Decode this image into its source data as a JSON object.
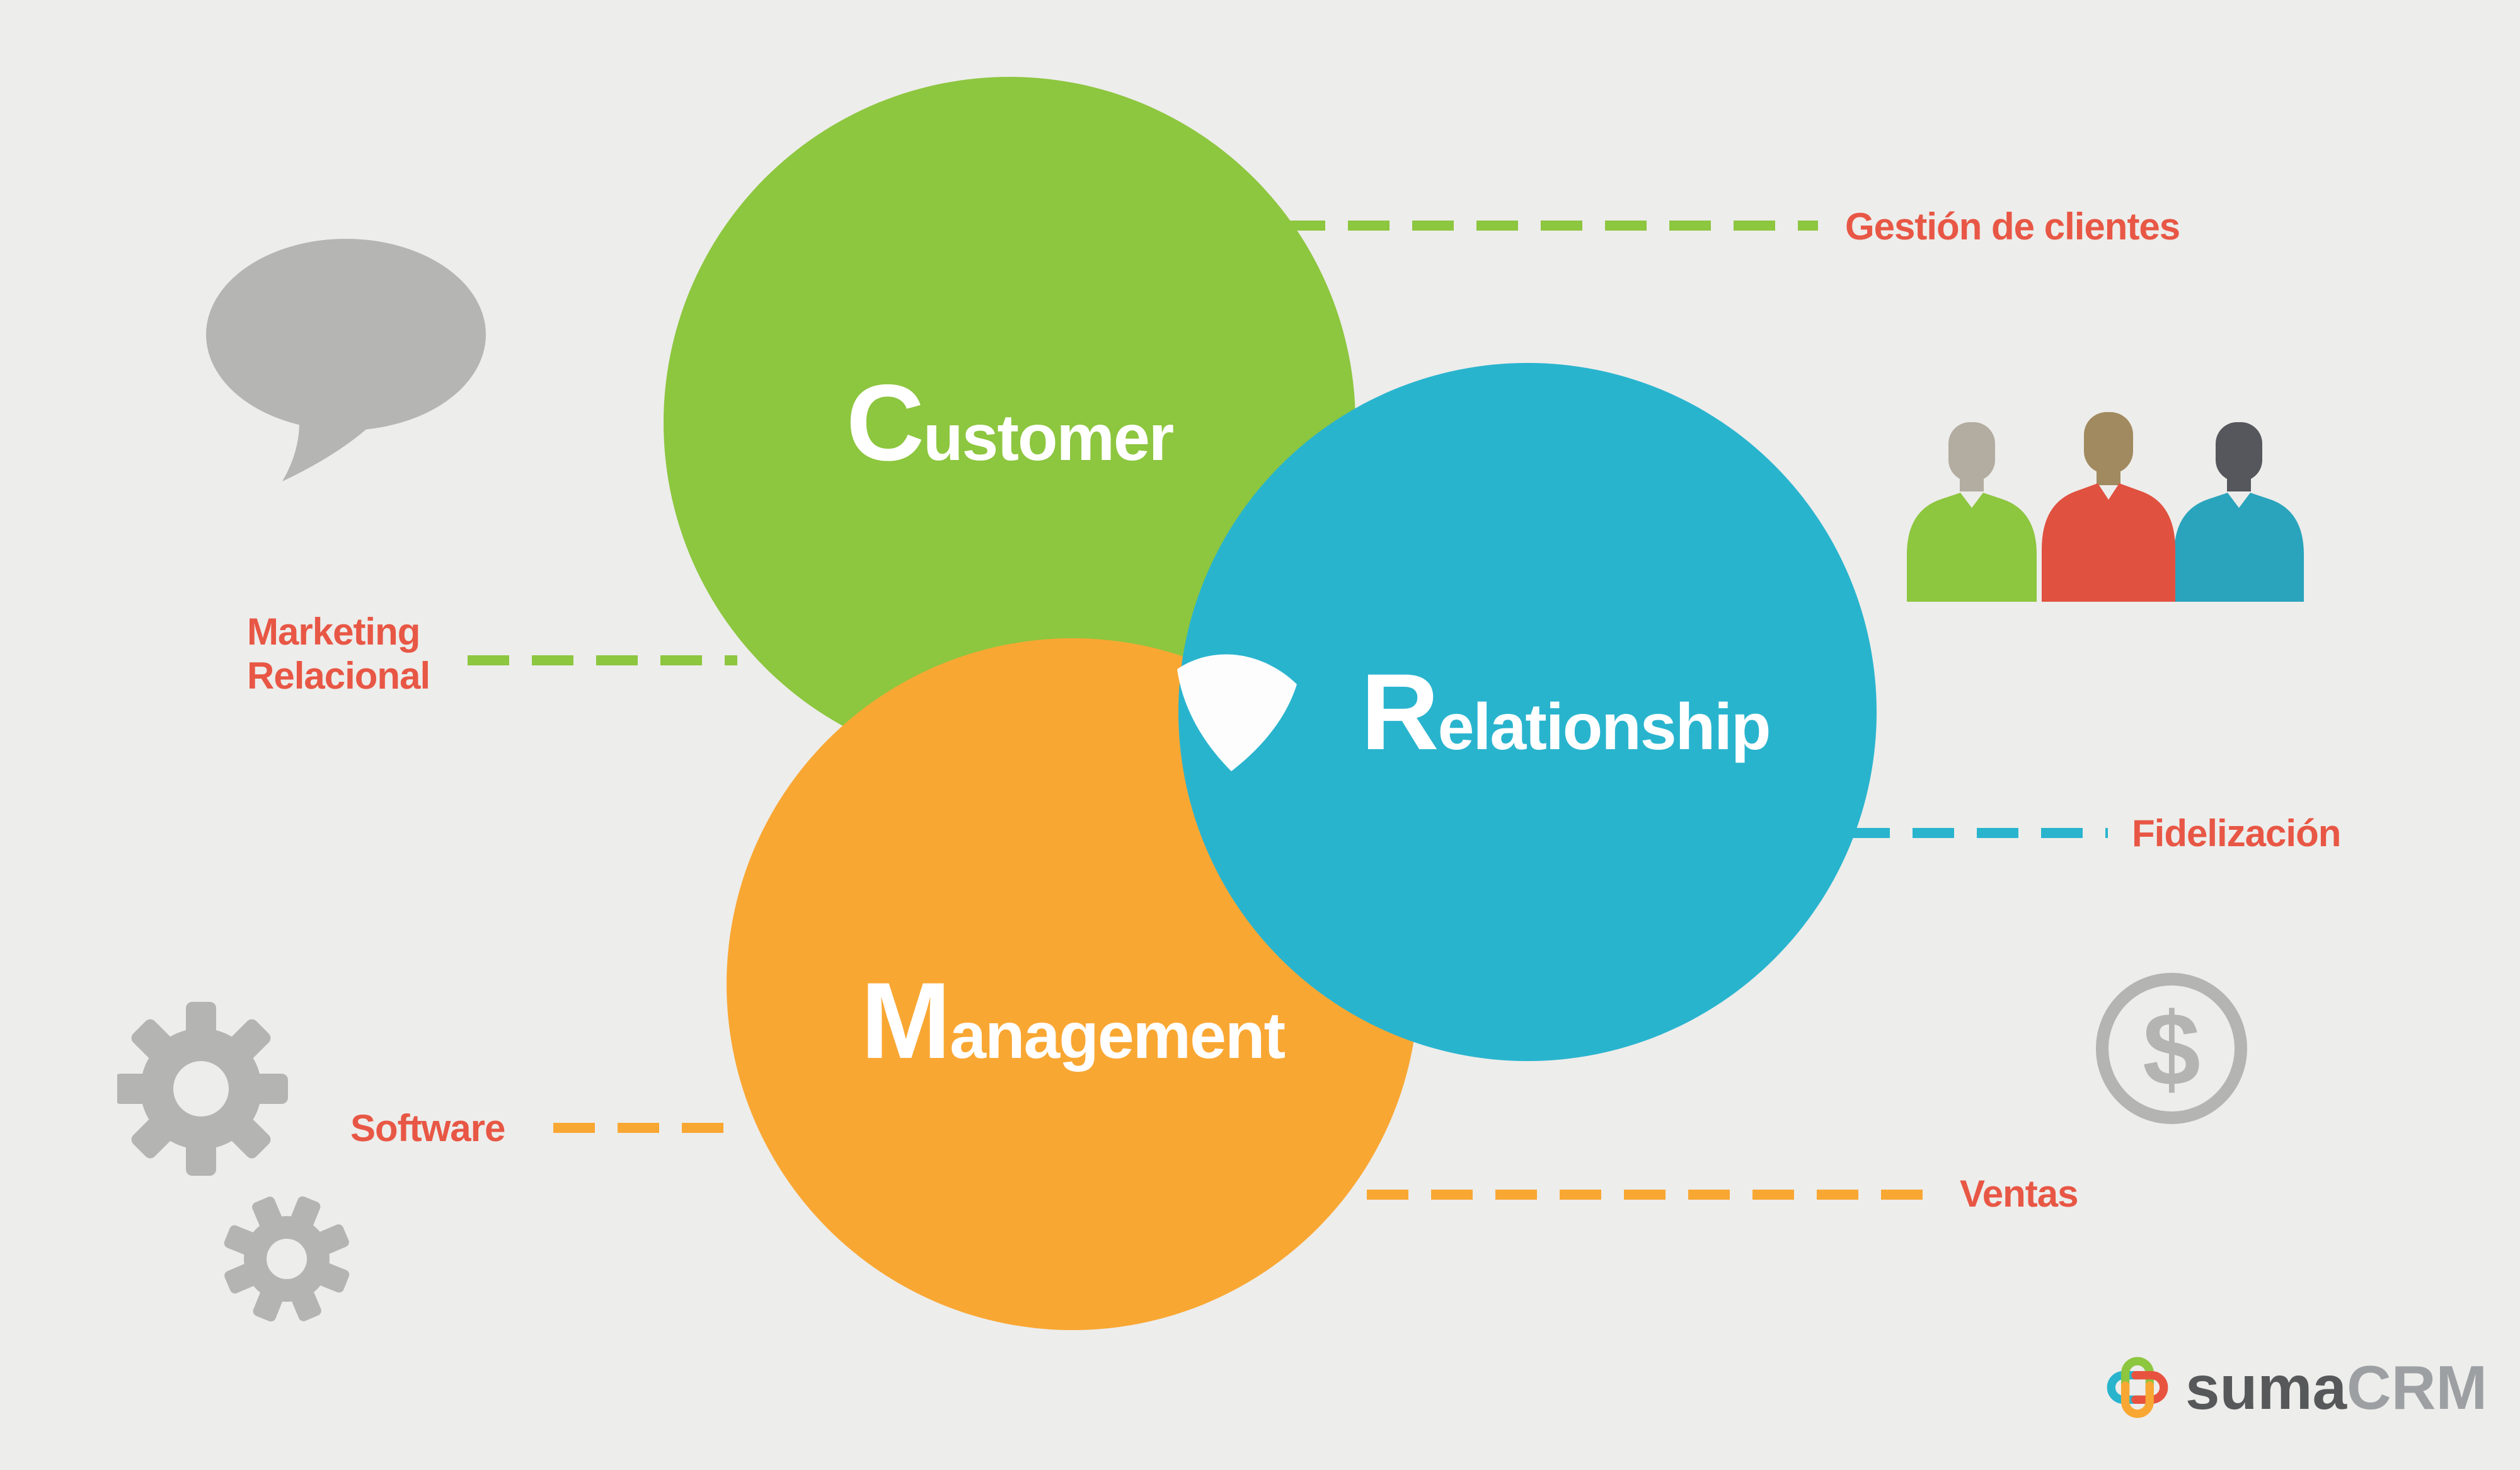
{
  "circles": {
    "customer": {
      "initial": "C",
      "rest": "ustomer",
      "color": "#8dc63f"
    },
    "relationship": {
      "initial": "R",
      "rest": "elationship",
      "color": "#29b4ce"
    },
    "management": {
      "initial": "M",
      "rest": "anagement",
      "color": "#f9a733"
    }
  },
  "callouts": {
    "gestion": {
      "text": "Gestión de clientes",
      "line_color": "#8dc63f"
    },
    "marketing": {
      "line1": "Marketing",
      "line2": "Relacional",
      "line_color": "#8dc63f"
    },
    "fidelizacion": {
      "text": "Fidelización",
      "line_color": "#29b4ce"
    },
    "software": {
      "text": "Software",
      "line_color": "#f9a733"
    },
    "ventas": {
      "text": "Ventas",
      "line_color": "#f9a733"
    }
  },
  "colors": {
    "background": "#ededeb",
    "label_text": "#e85745",
    "icon_gray": "#b4b4b2",
    "green": "#8dc63f",
    "blue": "#29b4ce",
    "orange": "#f9a733",
    "red": "#e8533f"
  },
  "icons": {
    "speech_bubble": "speech-bubble",
    "people_group": "three-people",
    "gears": "two-gears",
    "dollar": {
      "glyph": "$"
    }
  },
  "logo": {
    "suma": "suma",
    "crm": "CRM"
  }
}
